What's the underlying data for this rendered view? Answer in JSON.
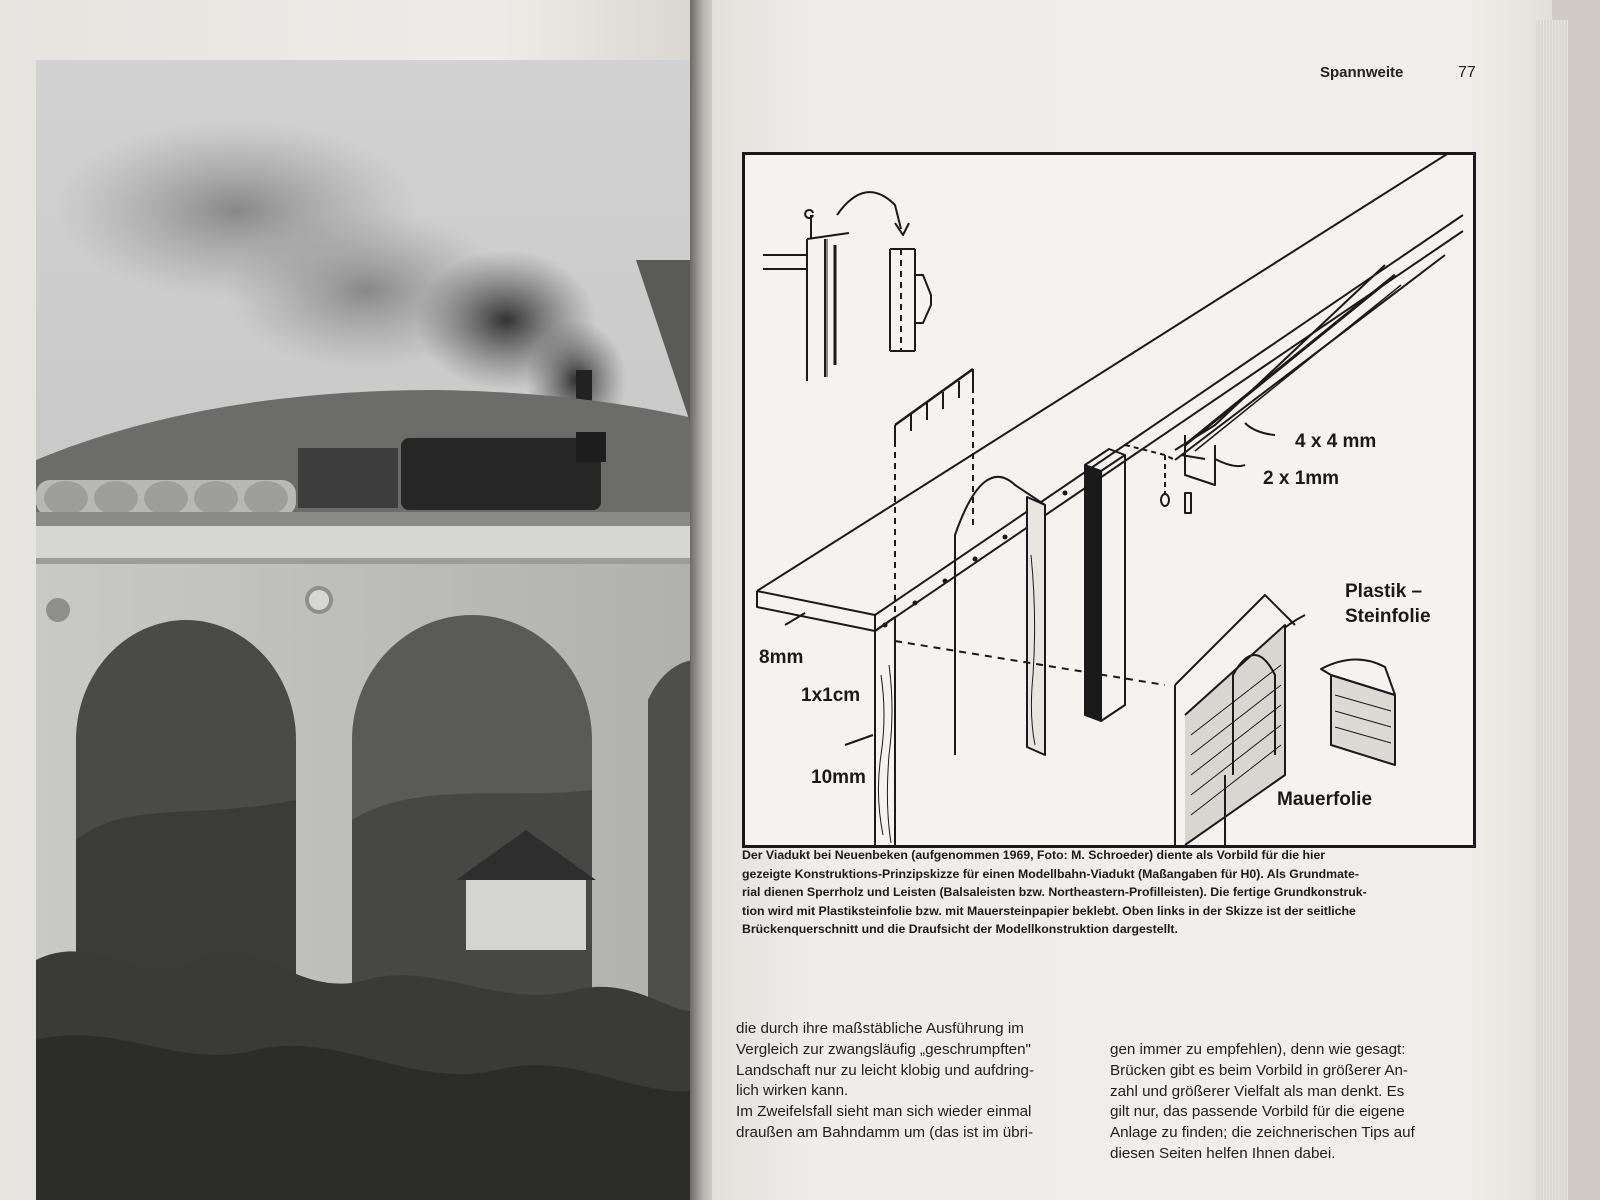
{
  "header": {
    "section_title": "Spannweite",
    "page_number": "77"
  },
  "figure": {
    "labels": {
      "size_4x4": "4 x 4 mm",
      "size_2x1": "2 x 1mm",
      "plastik_1": "Plastik –",
      "plastik_2": "Steinfolie",
      "size_8mm": "8mm",
      "size_1x1": "1x1cm",
      "size_10mm": "10mm",
      "mauerfolie": "Mauerfolie"
    }
  },
  "caption": {
    "lines": [
      "Der Viadukt bei Neuenbeken (aufgenommen 1969, Foto: M. Schroeder) diente als Vorbild für die hier",
      "gezeigte Konstruktions-Prinzipskizze für einen Modellbahn-Viadukt (Maßangaben für H0). Als Grundmate-",
      "rial dienen Sperrholz und Leisten (Balsaleisten bzw. Northeastern-Profilleisten). Die fertige Grundkonstruk-",
      "tion wird mit Plastiksteinfolie bzw. mit Mauersteinpapier beklebt. Oben links in der Skizze ist der seitliche",
      "Brückenquerschnitt und die Draufsicht der Modellkonstruktion dargestellt."
    ]
  },
  "body_text": {
    "left_column": [
      "die durch ihre maßstäbliche Ausführung im",
      "Vergleich zur zwangsläufig „geschrumpften\"",
      "Landschaft nur zu leicht klobig und aufdring-",
      "lich wirken kann.",
      "Im Zweifelsfall sieht man sich wieder einmal",
      "draußen am Bahndamm um (das ist im übri-"
    ],
    "right_column": [
      "gen immer zu empfehlen), denn wie gesagt:",
      "Brücken gibt es beim Vorbild in größerer An-",
      "zahl und größerer Vielfalt als man denkt. Es",
      "gilt nur, das passende Vorbild für die eigene",
      "Anlage zu finden; die zeichnerischen Tips auf",
      "diesen Seiten helfen Ihnen dabei."
    ]
  }
}
